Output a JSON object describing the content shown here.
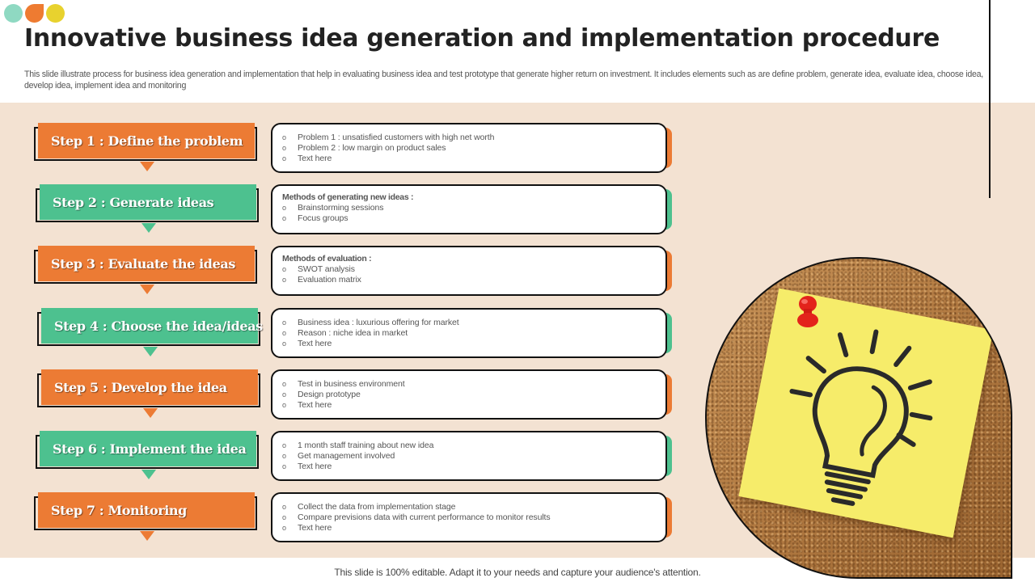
{
  "slide": {
    "title": "Innovative business idea generation and implementation procedure",
    "subtitle": "This slide illustrate process for business idea generation and implementation that help in evaluating business idea and test prototype that generate higher return on investment. It includes elements such as are define problem, generate idea, evaluate idea, choose idea, develop idea, implement idea and monitoring",
    "footer": "This slide is 100% editable. Adapt it to your needs and capture your audience's attention.",
    "decor_dots": [
      "teal",
      "orange",
      "yellow"
    ]
  },
  "colors": {
    "orange": "#ec7b34",
    "green": "#4dc18f",
    "band": "#f3e2d2",
    "title": "#222222"
  },
  "steps": [
    {
      "label": "Step 1 : Define the problem",
      "color": "orange",
      "details": {
        "heading": "",
        "items": [
          "Problem  1 : unsatisfied customers with high net worth",
          "Problem  2 : low margin on product sales",
          "Text here"
        ]
      }
    },
    {
      "label": "Step 2 : Generate ideas",
      "color": "green",
      "details": {
        "heading": "Methods of generating new ideas :",
        "items": [
          "Brainstorming sessions",
          "Focus groups"
        ]
      }
    },
    {
      "label": "Step 3 : Evaluate the ideas",
      "color": "orange",
      "details": {
        "heading": "Methods of evaluation :",
        "items": [
          "SWOT analysis",
          "Evaluation matrix"
        ]
      }
    },
    {
      "label": "Step 4 : Choose the idea/ideas",
      "color": "green",
      "details": {
        "heading": "",
        "items": [
          "Business idea : luxurious offering for market",
          "Reason : niche idea in market",
          "Text here"
        ]
      }
    },
    {
      "label": "Step 5 : Develop the idea",
      "color": "orange",
      "details": {
        "heading": "",
        "items": [
          "Test in business environment",
          "Design prototype",
          "Text here"
        ]
      }
    },
    {
      "label": "Step 6 : Implement the idea",
      "color": "green",
      "details": {
        "heading": "",
        "items": [
          "1 month  staff training about new idea",
          "Get management  involved",
          "Text here"
        ]
      }
    },
    {
      "label": "Step 7 : Monitoring",
      "color": "orange",
      "details": {
        "heading": "",
        "items": [
          "Collect the data  from implementation  stage",
          "Compare  previsions data with current performance to monitor results",
          "Text here"
        ]
      }
    }
  ],
  "image": {
    "icon": "lightbulb-icon",
    "description": "yellow sticky note with light bulb pinned to cork board"
  },
  "bullet_glyph": "o"
}
